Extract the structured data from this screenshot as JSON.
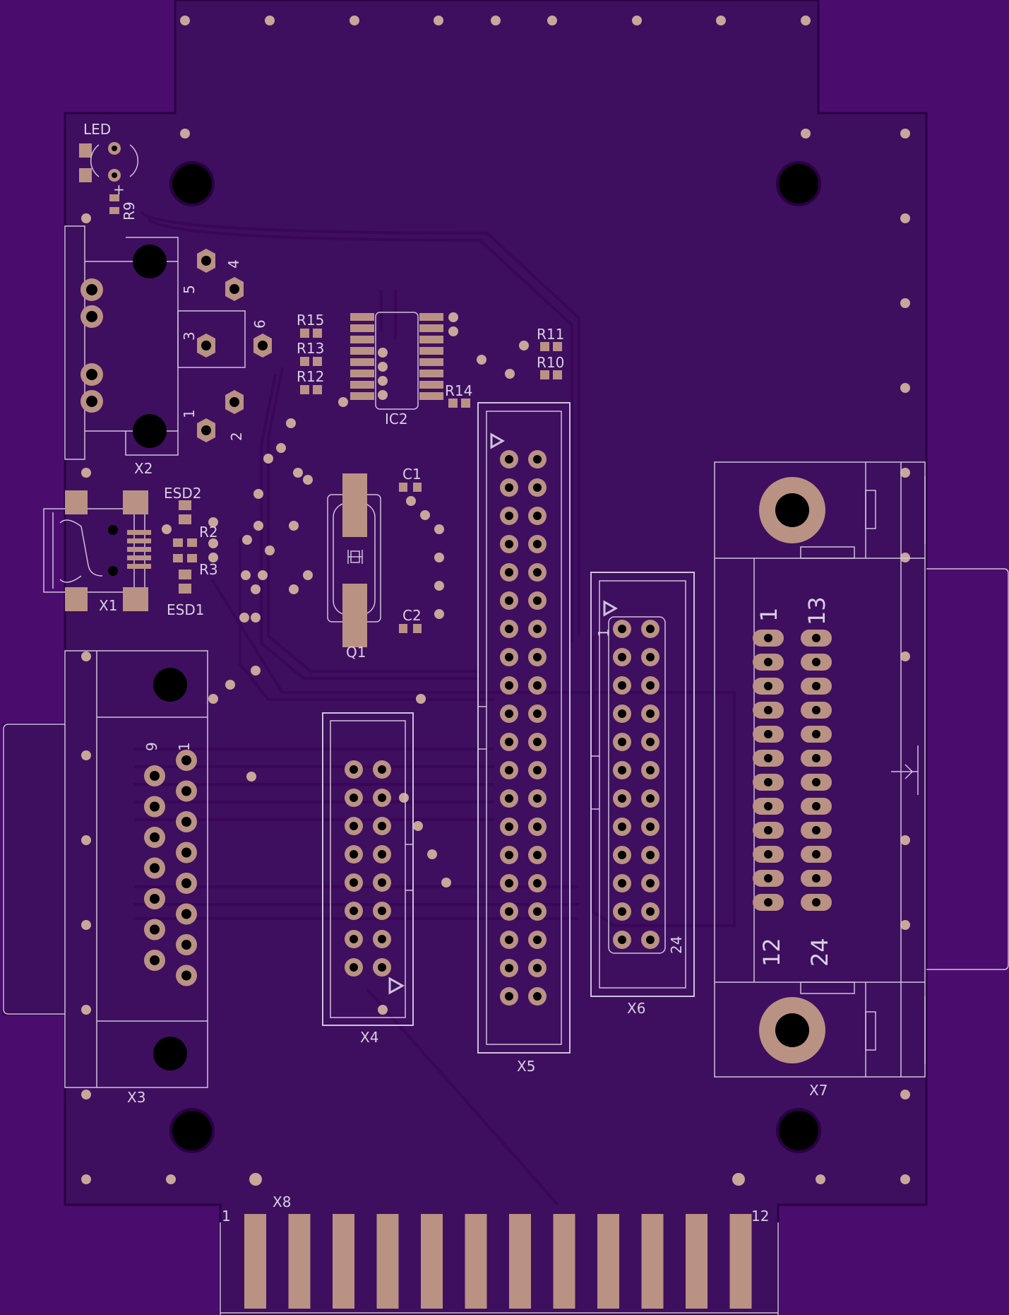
{
  "colors": {
    "background": "#4a0d6e",
    "board": "#3e0f5e",
    "copper": "#ba9284",
    "silkscreen": "#cdc2dc",
    "drill": "#000000"
  },
  "refdes": {
    "led": "LED",
    "r9": "R9",
    "x2": "X2",
    "x1": "X1",
    "esd1": "ESD1",
    "esd2": "ESD2",
    "r2": "R2",
    "r3": "R3",
    "r15": "R15",
    "r13": "R13",
    "r12": "R12",
    "r11": "R11",
    "r10": "R10",
    "r14": "R14",
    "ic2": "IC2",
    "c1": "C1",
    "c2": "C2",
    "q1": "Q1",
    "x3": "X3",
    "x4": "X4",
    "x5": "X5",
    "x6": "X6",
    "x7": "X7",
    "x8": "X8"
  },
  "pin_labels": {
    "x2_pin1": "1",
    "x2_pin2": "2",
    "x2_pin3": "3",
    "x2_pin4": "4",
    "x2_pin5": "5",
    "x2_pin6": "6",
    "led_plus": "+",
    "x3_pin1": "1",
    "x3_pin9": "9",
    "x6_pin1": "1",
    "x6_pin24": "24",
    "x7_pin1": "1",
    "x7_pin13": "13",
    "x7_pin12": "12",
    "x7_pin24": "24",
    "x8_pin1": "1",
    "x8_pin12": "12"
  }
}
